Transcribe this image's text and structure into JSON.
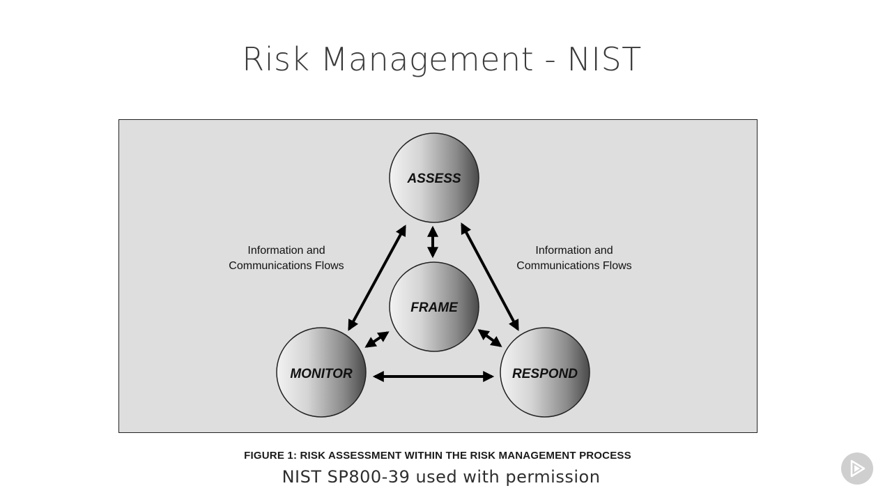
{
  "slide": {
    "title": "Risk Management - NIST"
  },
  "diagram": {
    "nodes": {
      "assess": "ASSESS",
      "frame": "FRAME",
      "monitor": "MONITOR",
      "respond": "RESPOND"
    },
    "flow_left": {
      "line1": "Information and",
      "line2": "Communications Flows"
    },
    "flow_right": {
      "line1": "Information and",
      "line2": "Communications Flows"
    }
  },
  "figure_caption": "FIGURE 1: RISK ASSESSMENT WITHIN THE RISK MANAGEMENT PROCESS",
  "attribution": "NIST SP800-39 used with permission",
  "icons": {
    "play_button": "play-icon"
  }
}
